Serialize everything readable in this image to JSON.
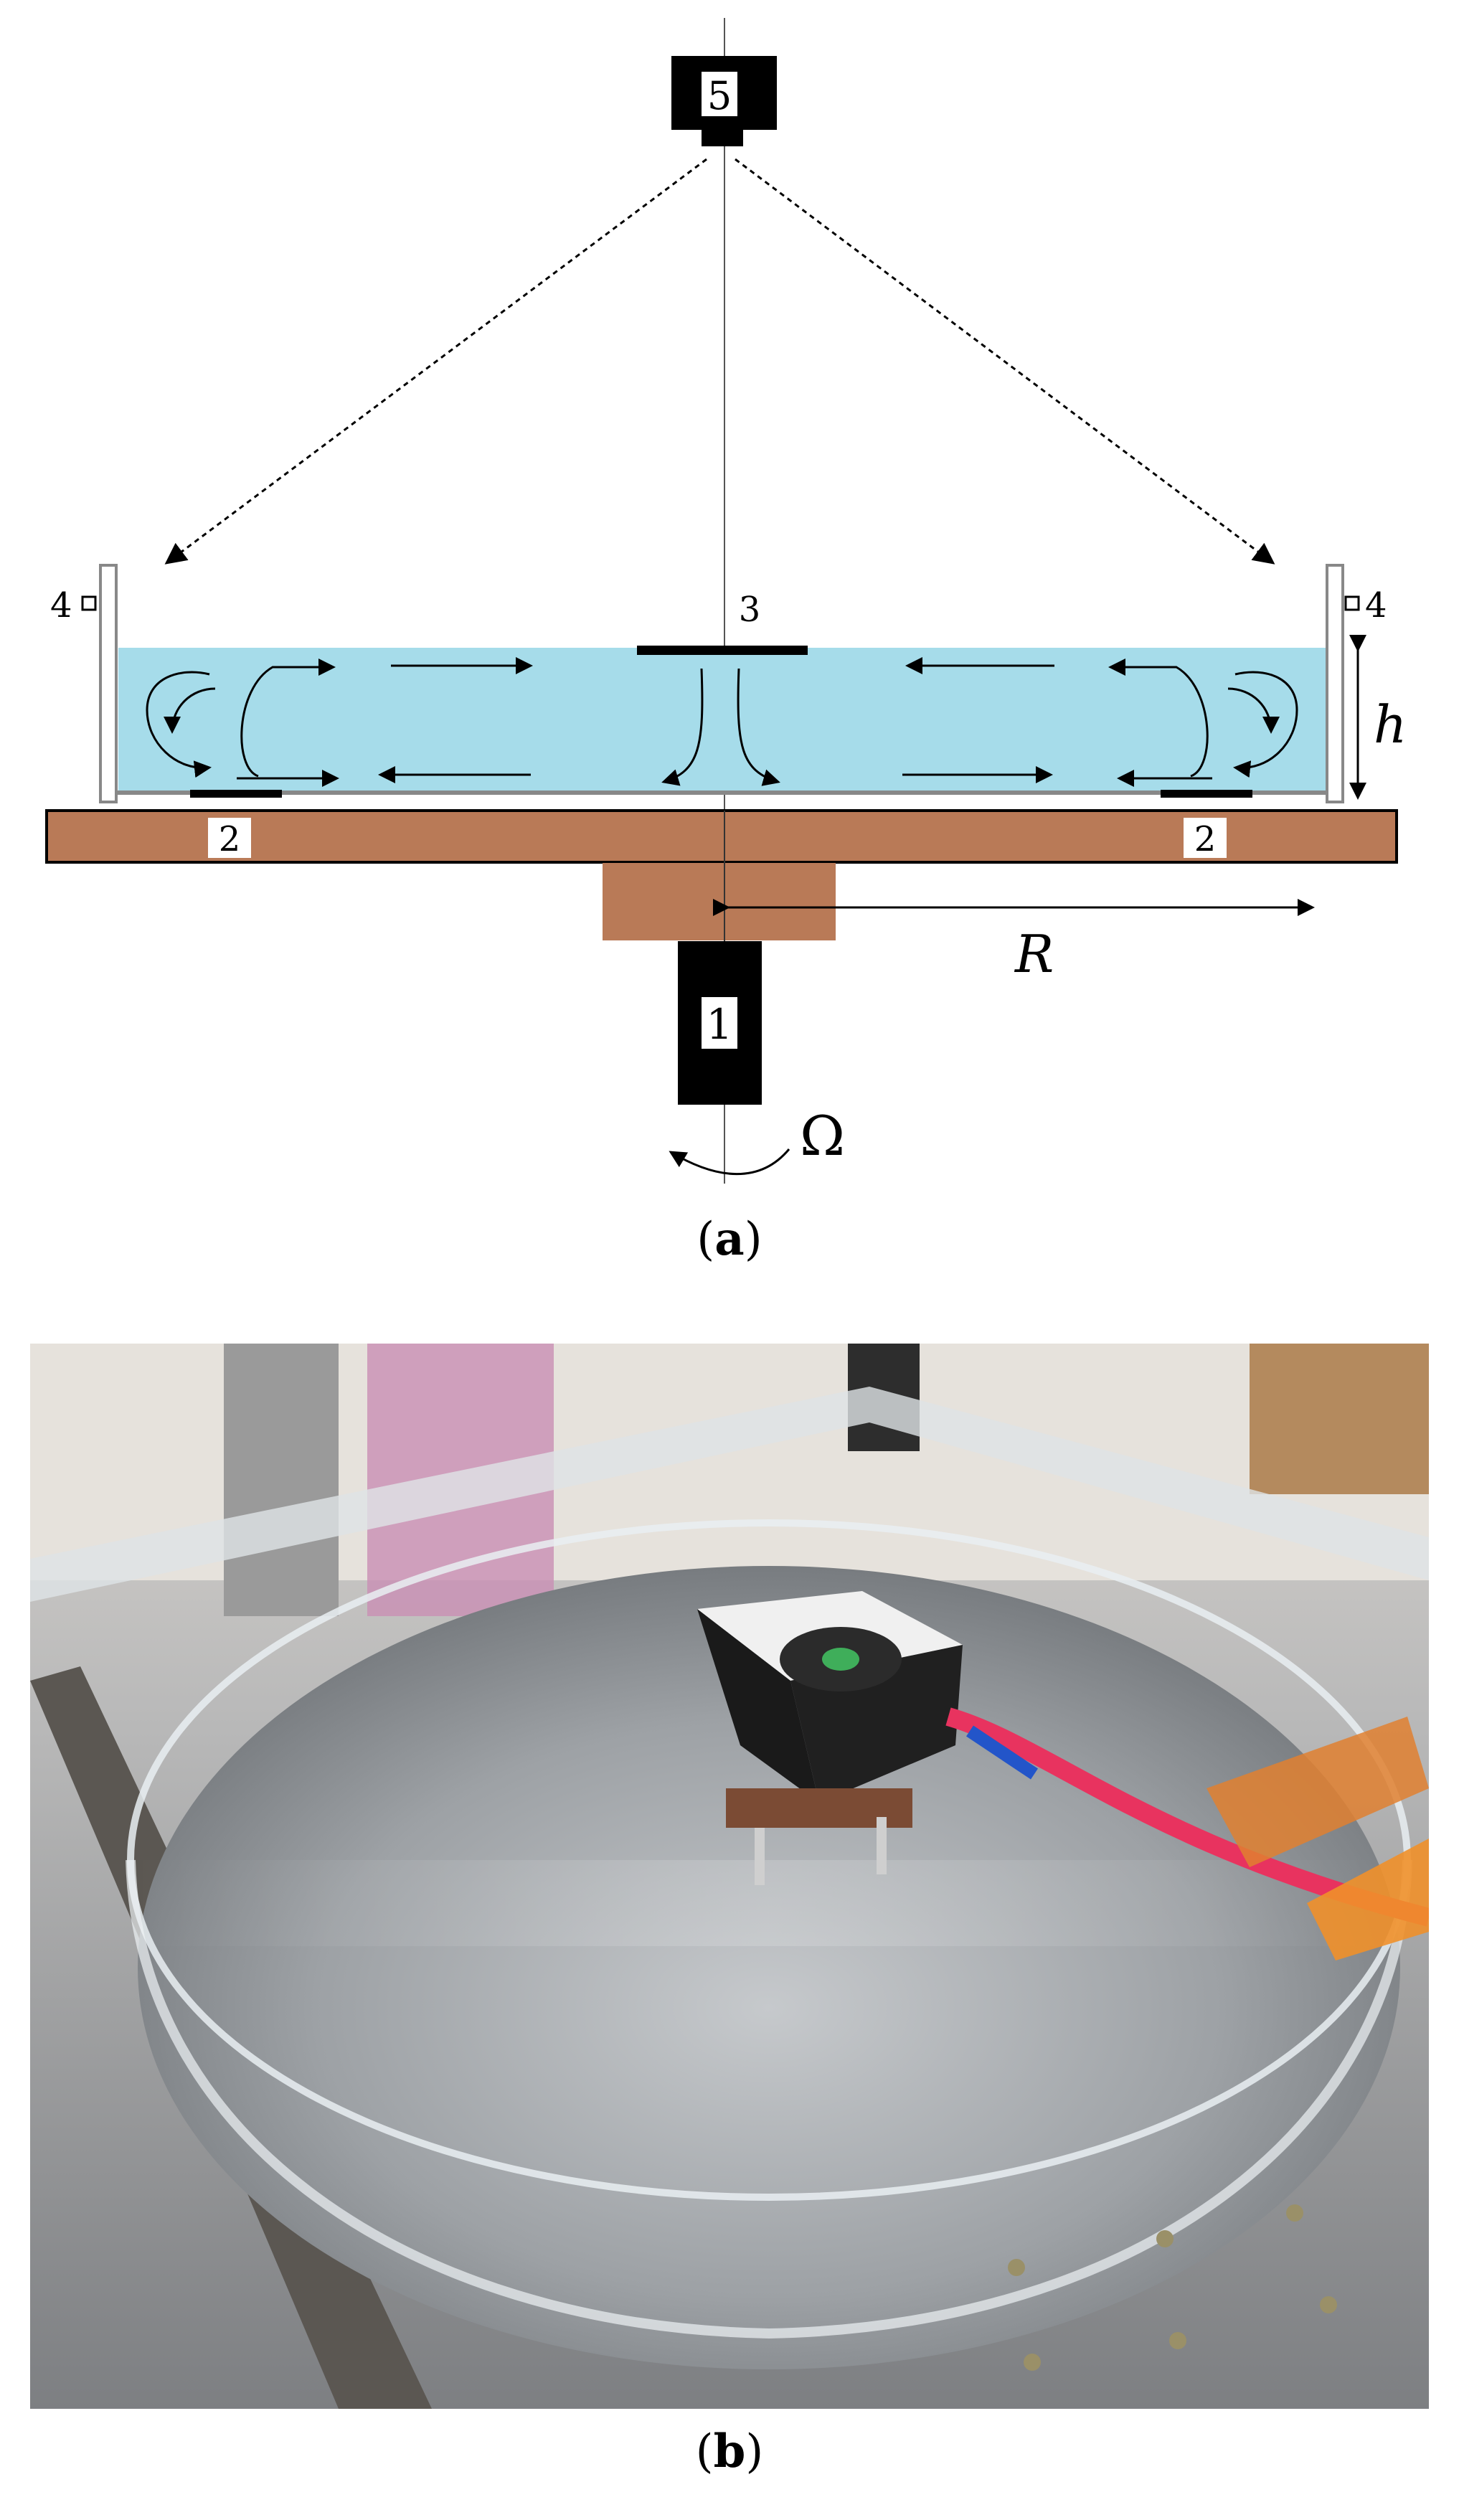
{
  "figure": {
    "panel_a": {
      "caption_label": "a",
      "component_labels": {
        "motor": "1",
        "floor_sensor_left": "2",
        "floor_sensor_right": "2",
        "heater_cooler": "3",
        "wall_sensor_left": "4",
        "wall_sensor_right": "4",
        "camera": "5"
      },
      "symbols": {
        "height": "h",
        "radius": "R",
        "rotation": "Ω"
      },
      "colors": {
        "water": "#a6dcea",
        "table": "#b97a57",
        "wall": "#888888",
        "device": "#000000"
      }
    },
    "panel_b": {
      "caption_label": "b"
    }
  }
}
